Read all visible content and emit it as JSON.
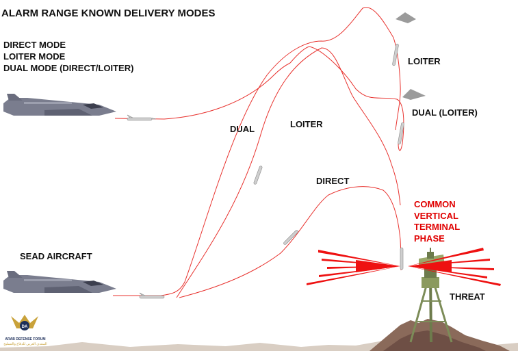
{
  "title": "ALARM RANGE KNOWN DELIVERY MODES",
  "modes": [
    "DIRECT MODE",
    "LOITER MODE",
    "DUAL MODE (DIRECT/LOITER)"
  ],
  "path_labels": {
    "dual": "DUAL",
    "loiter": "LOITER",
    "direct": "DIRECT",
    "loiter_right": "LOITER",
    "dual_loiter": "DUAL (LOITER)"
  },
  "terminal_phase": [
    "COMMON",
    "VERTICAL",
    "TERMINAL",
    "PHASE"
  ],
  "sead_aircraft": "SEAD AIRCRAFT",
  "threat": "THREAT",
  "logo": {
    "line1": "ARAB DEFENSE FORUM",
    "line2": "المنتدى العربي للدفاع والتسليح"
  },
  "colors": {
    "trajectory": "#e8322e",
    "terminal_text": "#e00000",
    "aircraft": "#7a7d8e",
    "radar_beam": "#ee1111",
    "ground": "#8a6a5a",
    "mast": "#7c8c58"
  }
}
